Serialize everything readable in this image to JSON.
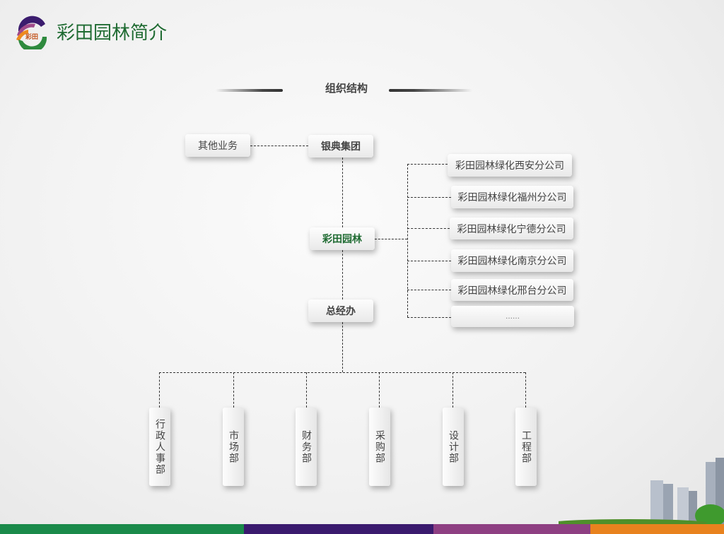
{
  "header": {
    "title": "彩田园林简介",
    "logo_text": "彩田"
  },
  "section_title": "组织结构",
  "org": {
    "other": "其他业务",
    "group": "银典集团",
    "company": "彩田园林",
    "gm_office": "总经办",
    "branches": [
      "彩田园林绿化西安分公司",
      "彩田园林绿化福州分公司",
      "彩田园林绿化宁德分公司",
      "彩田园林绿化南京分公司",
      "彩田园林绿化邢台分公司",
      "……"
    ],
    "departments": [
      "行政人事部",
      "市场部",
      "财务部",
      "采购部",
      "设计部",
      "工程部"
    ]
  },
  "colors": {
    "brand_green": "#1f6b32",
    "bar": [
      "#1a8a4a",
      "#3a1a6e",
      "#8e3f82",
      "#e8821e"
    ]
  }
}
